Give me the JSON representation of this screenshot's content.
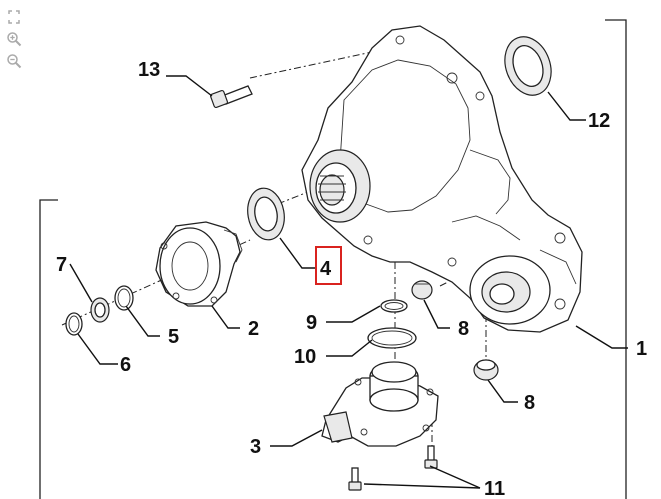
{
  "toolbar": {
    "buttons": [
      {
        "icon": "fullscreen-icon"
      },
      {
        "icon": "zoom-in-icon"
      },
      {
        "icon": "zoom-out-icon"
      }
    ]
  },
  "highlight_color": "#d9231f",
  "callouts": [
    {
      "label": "13"
    },
    {
      "label": "12"
    },
    {
      "label": "7"
    },
    {
      "label": "4"
    },
    {
      "label": "2"
    },
    {
      "label": "5"
    },
    {
      "label": "9"
    },
    {
      "label": "8"
    },
    {
      "label": "1"
    },
    {
      "label": "6"
    },
    {
      "label": "10"
    },
    {
      "label": "8"
    },
    {
      "label": "3"
    },
    {
      "label": "11"
    }
  ]
}
